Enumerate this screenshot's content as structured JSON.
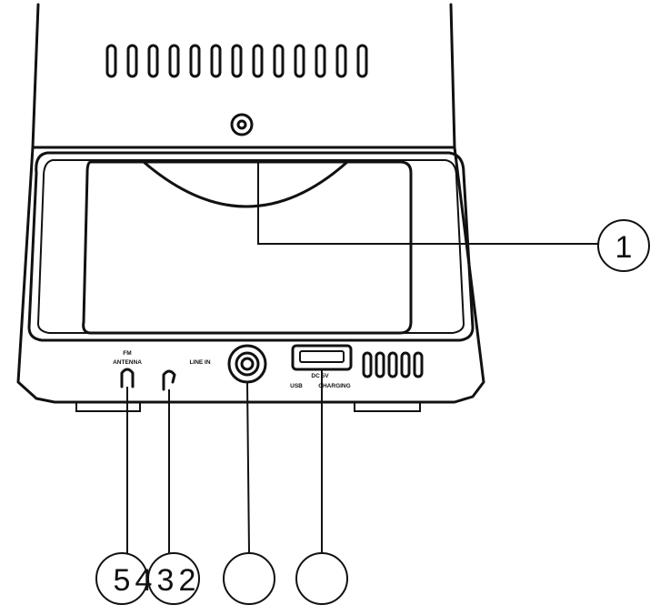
{
  "callouts": {
    "c1": "1",
    "c5": "5",
    "c4": "4",
    "c3": "3",
    "c2": "2",
    "c6": "",
    "c7": ""
  },
  "labels": {
    "fm": "FM",
    "antenna": "ANTENNA",
    "line_in": "LINE IN",
    "dc": "DC 5V",
    "usb": "USB",
    "charging": "CHARGING"
  }
}
